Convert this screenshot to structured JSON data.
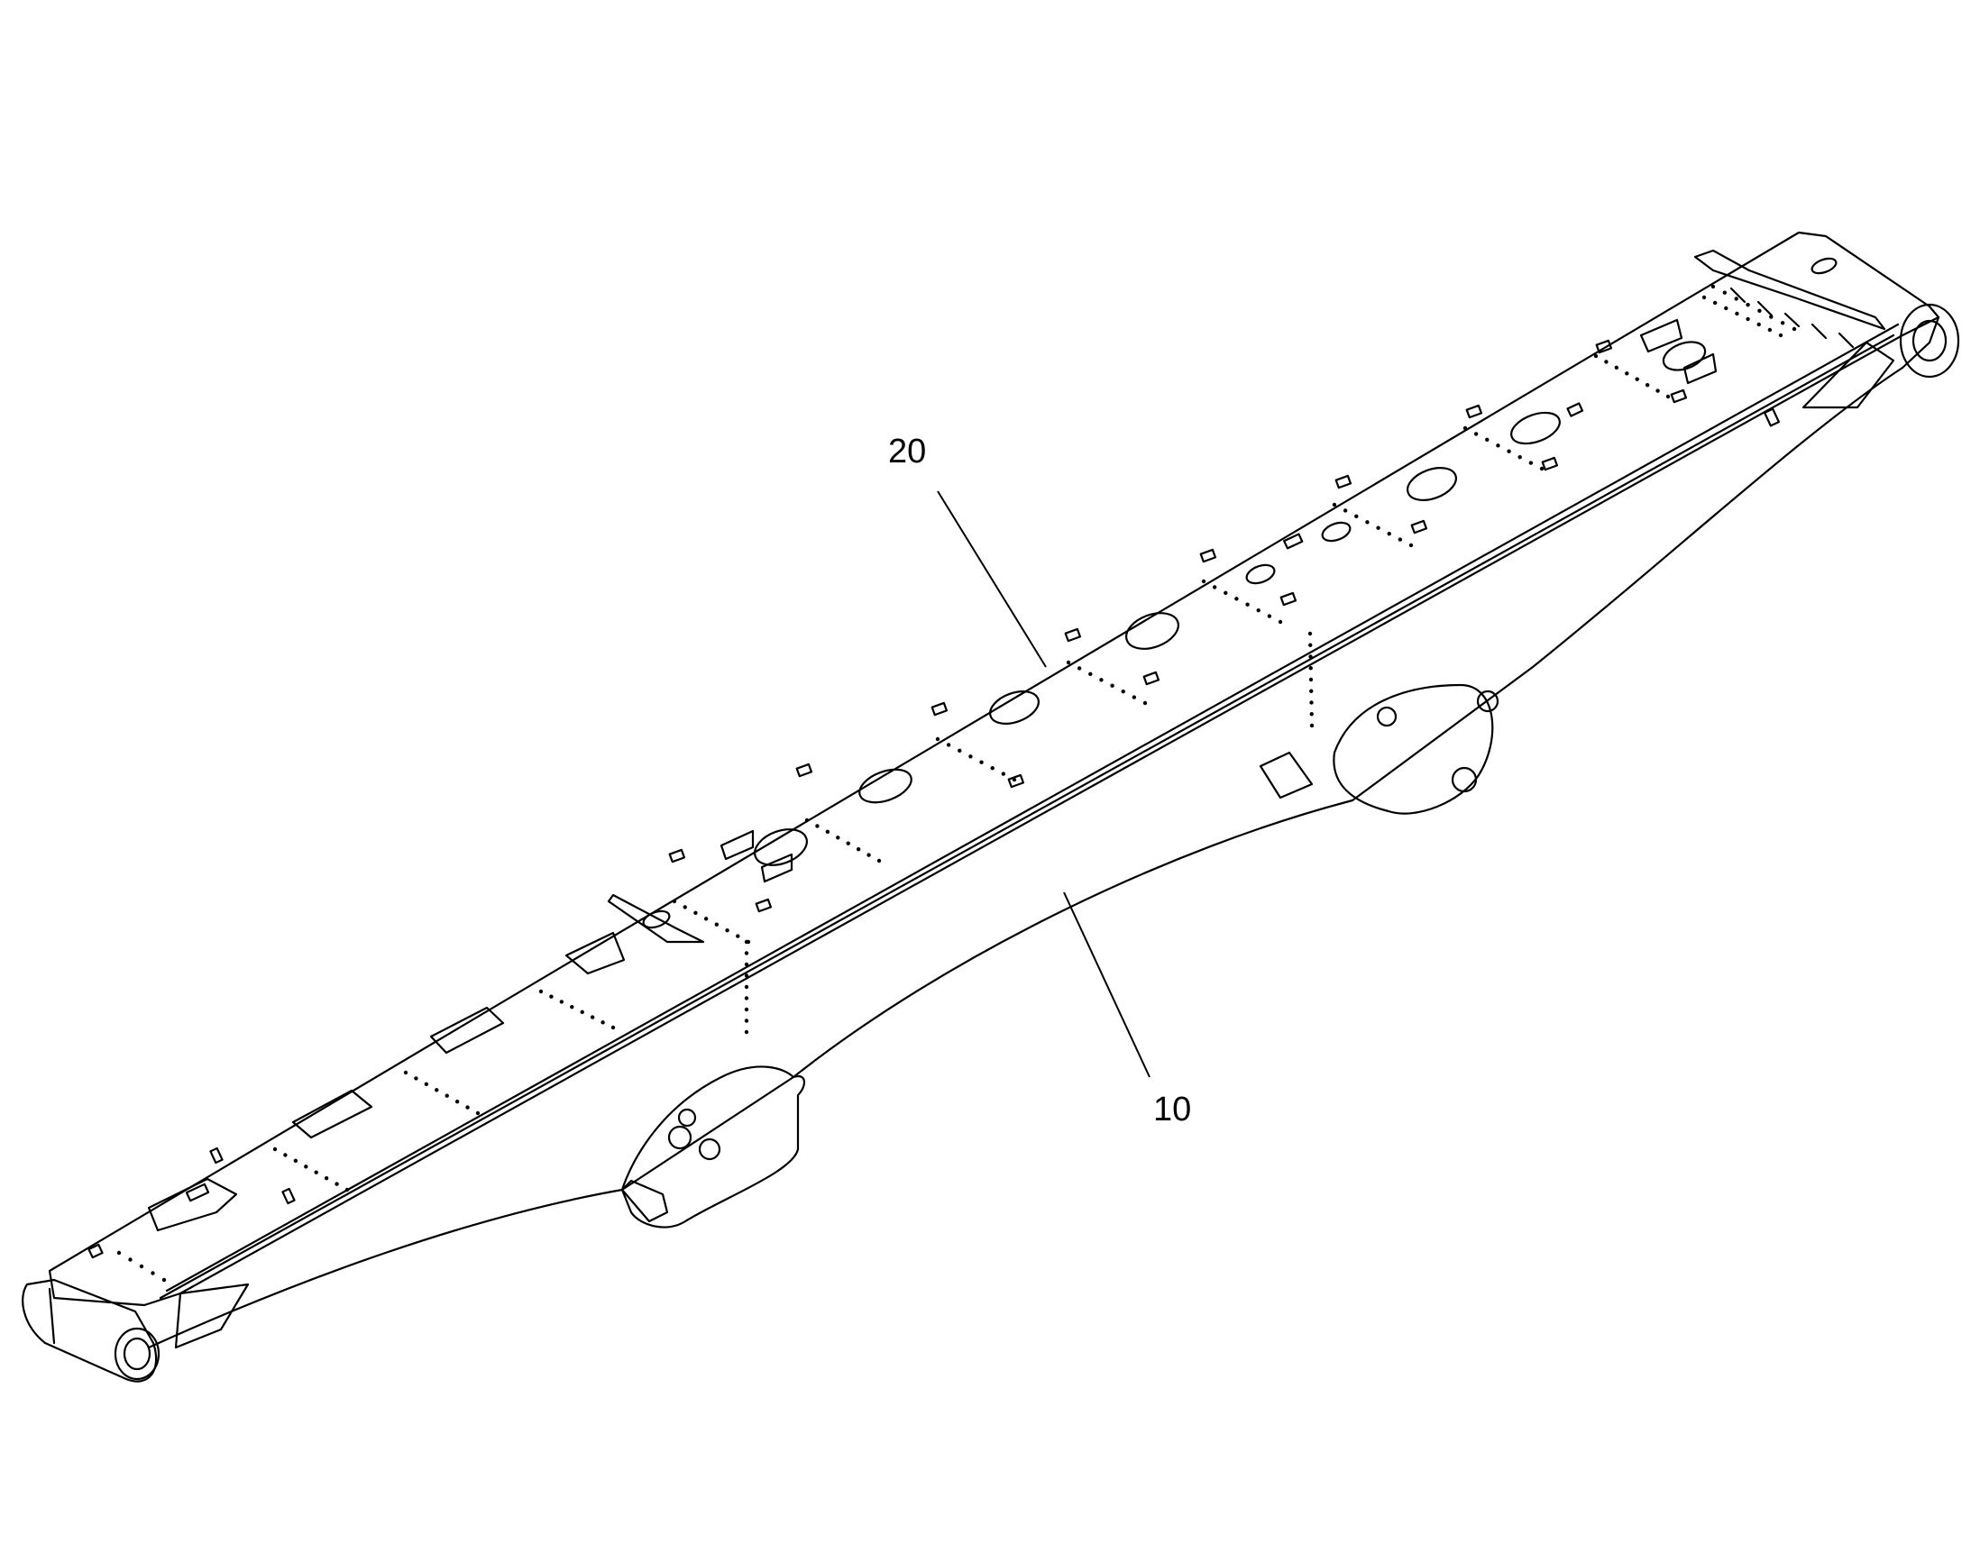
{
  "diagram": {
    "callouts": [
      {
        "id": "20",
        "label": "20",
        "target": "upper-boom-section"
      },
      {
        "id": "10",
        "label": "10",
        "target": "lower-boom-body"
      }
    ],
    "colors": {
      "line": "#000000",
      "background": "#ffffff"
    }
  }
}
